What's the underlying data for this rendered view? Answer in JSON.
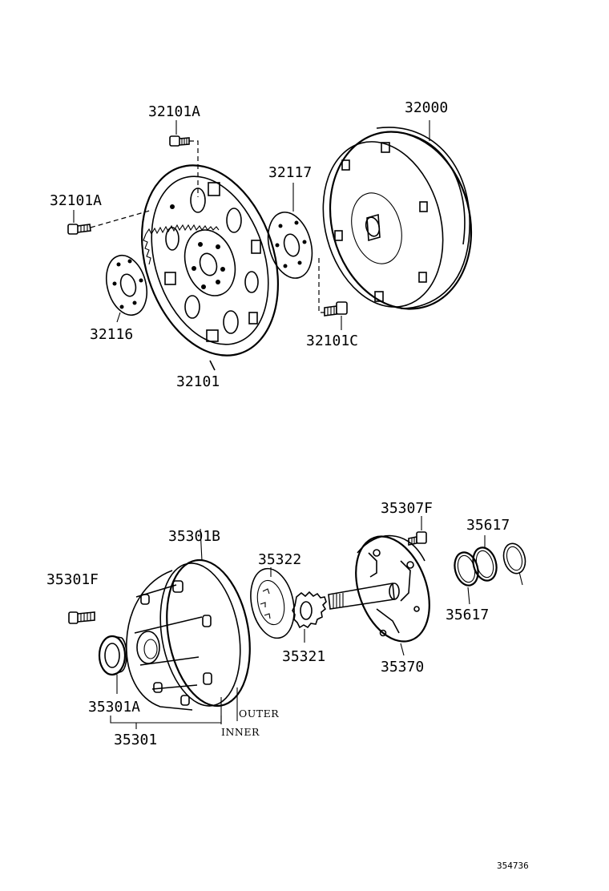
{
  "labels": {
    "p32101A_top": "32101A",
    "p32101A_left": "32101A",
    "p32000": "32000",
    "p32117": "32117",
    "p32116": "32116",
    "p32101C": "32101C",
    "p32101": "32101",
    "p35307F": "35307F",
    "p35617_top": "35617",
    "p35301B": "35301B",
    "p35322": "35322",
    "p35301F": "35301F",
    "p35617_bottom": "35617",
    "p35321": "35321",
    "p35370": "35370",
    "p35301A": "35301A",
    "outer": "OUTER",
    "inner": "INNER",
    "p35301": "35301"
  },
  "diagram_id": "354736"
}
